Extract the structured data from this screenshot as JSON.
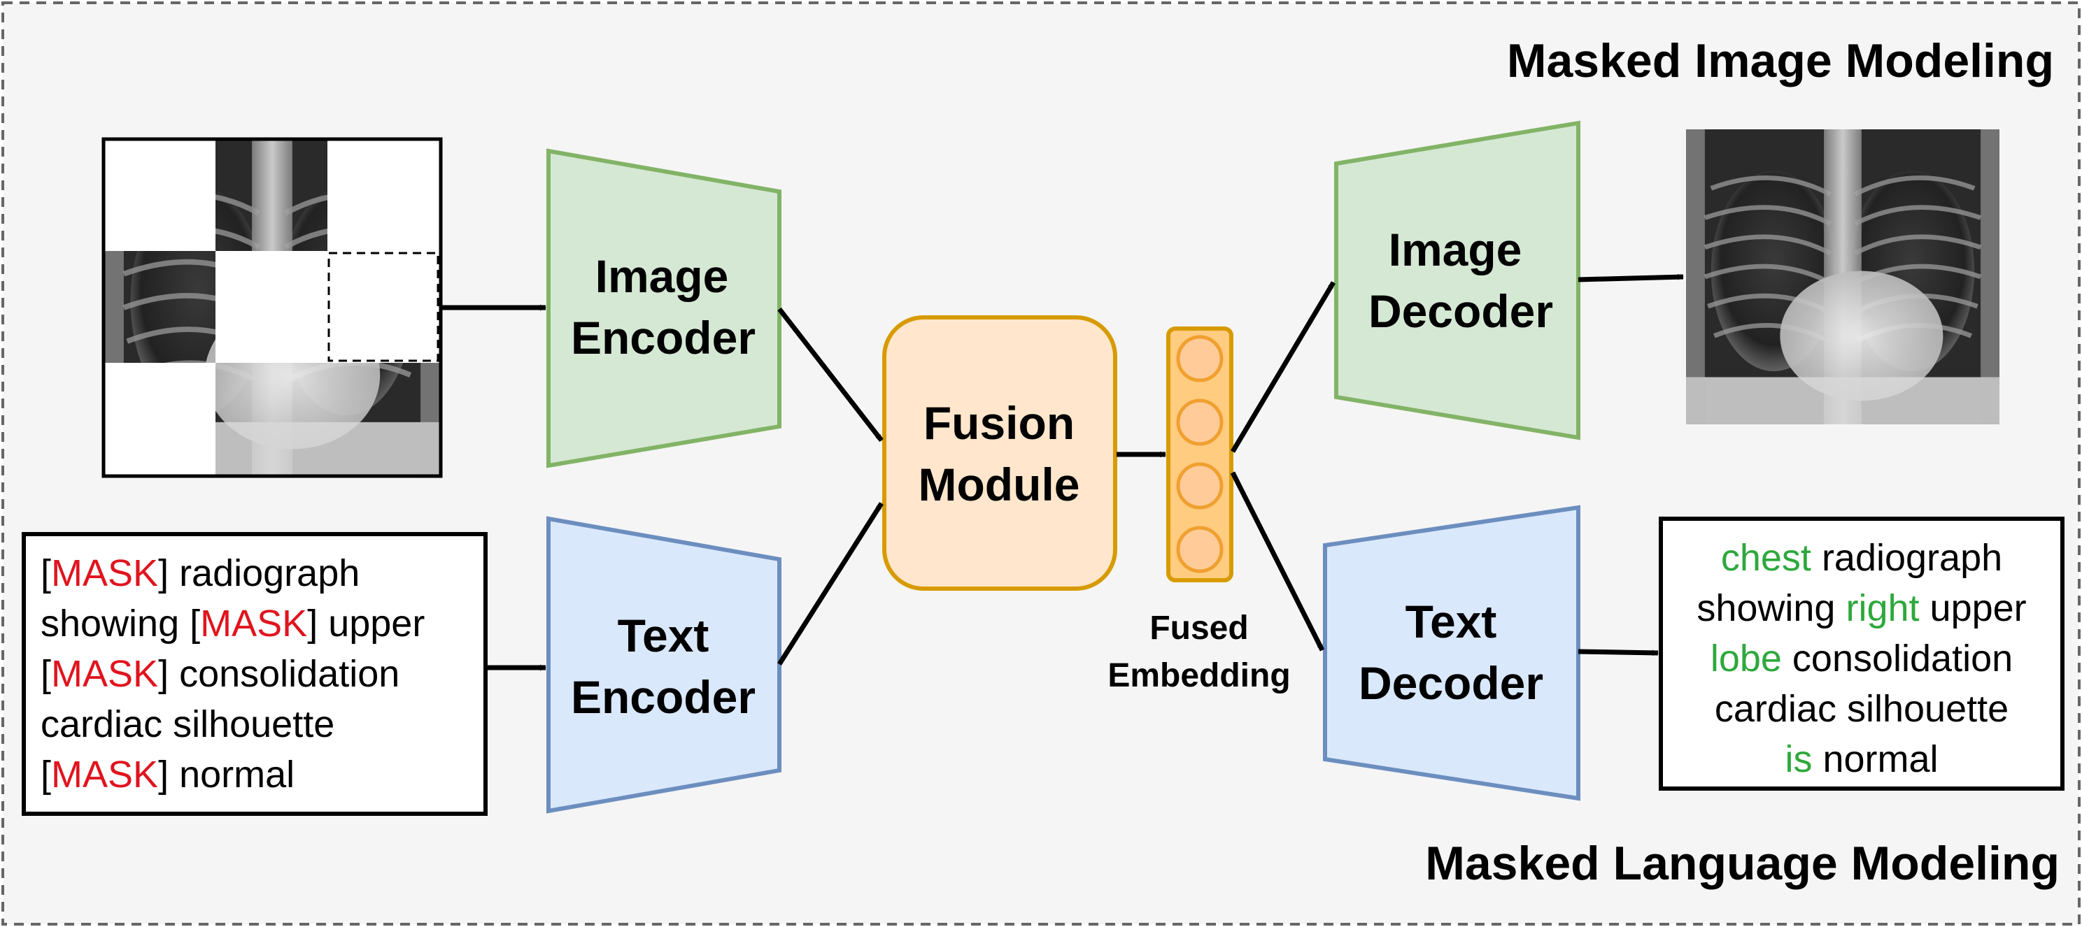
{
  "titles": {
    "mim": "Masked Image Modeling",
    "mlm": "Masked Language Modeling"
  },
  "blocks": {
    "image_encoder": [
      "Image",
      "Encoder"
    ],
    "text_encoder": [
      "Text",
      "Encoder"
    ],
    "fusion_module": [
      "Fusion",
      "Module"
    ],
    "image_decoder": [
      "Image",
      "Decoder"
    ],
    "text_decoder": [
      "Text",
      "Decoder"
    ]
  },
  "fused_embedding_label": [
    "Fused",
    "Embedding"
  ],
  "input_report": [
    [
      {
        "t": "[",
        "m": false
      },
      {
        "t": "MASK",
        "m": true
      },
      {
        "t": "] radiograph",
        "m": false
      }
    ],
    [
      {
        "t": "showing [",
        "m": false
      },
      {
        "t": "MASK",
        "m": true
      },
      {
        "t": "] upper",
        "m": false
      }
    ],
    [
      {
        "t": "[",
        "m": false
      },
      {
        "t": "MASK",
        "m": true
      },
      {
        "t": "] consolidation",
        "m": false
      }
    ],
    [
      {
        "t": "cardiac silhouette",
        "m": false
      }
    ],
    [
      {
        "t": "[",
        "m": false
      },
      {
        "t": "MASK",
        "m": true
      },
      {
        "t": "] normal",
        "m": false
      }
    ]
  ],
  "output_report": [
    [
      {
        "t": "chest",
        "m": true
      },
      {
        "t": " radiograph",
        "m": false
      }
    ],
    [
      {
        "t": "showing ",
        "m": false
      },
      {
        "t": "right",
        "m": true
      },
      {
        "t": " upper",
        "m": false
      }
    ],
    [
      {
        "t": "lobe",
        "m": true
      },
      {
        "t": " consolidation",
        "m": false
      }
    ],
    [
      {
        "t": "cardiac silhouette",
        "m": false
      }
    ],
    [
      {
        "t": "is",
        "m": true
      },
      {
        "t": " normal",
        "m": false
      }
    ]
  ],
  "colors": {
    "mask_token": "#e0141e",
    "predicted_token": "#2ea83c",
    "encoder_green_fill": "#d5e8d4",
    "encoder_green_stroke": "#82b366",
    "encoder_blue_fill": "#dae8fc",
    "encoder_blue_stroke": "#6c8ebf",
    "fusion_fill": "#ffe6cc",
    "fusion_stroke": "#d79b00",
    "background": "#f5f5f5"
  }
}
